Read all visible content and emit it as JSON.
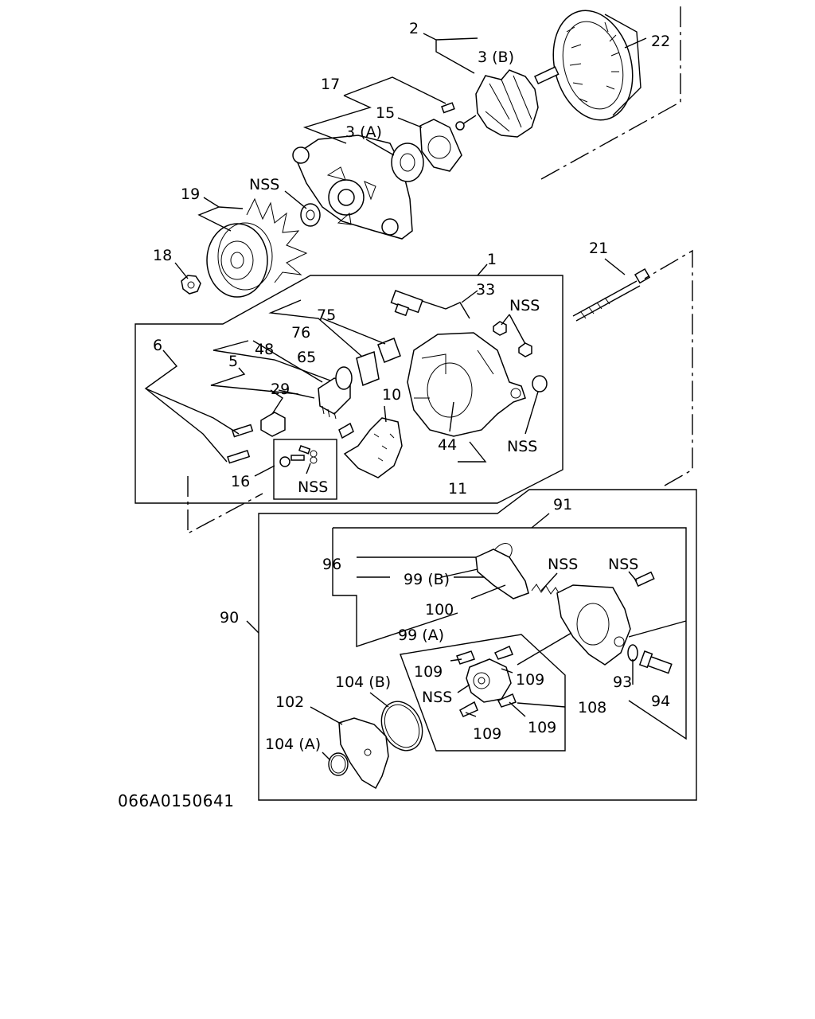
{
  "diagram": {
    "drawing_code": "066A0150641",
    "callouts": {
      "c2": "2",
      "c3b": "3 (B)",
      "c22": "22",
      "c17": "17",
      "c15": "15",
      "c3a": "3 (A)",
      "c19": "19",
      "nss_top": "NSS",
      "c18": "18",
      "c21": "21",
      "c1": "1",
      "c33": "33",
      "nss_nut": "NSS",
      "c75": "75",
      "c76": "76",
      "c6": "6",
      "c48": "48",
      "c65": "65",
      "c5": "5",
      "c29": "29",
      "c10": "10",
      "c44": "44",
      "nss_side": "NSS",
      "c16": "16",
      "nss_box": "NSS",
      "c11": "11",
      "c91": "91",
      "c96": "96",
      "c99b": "99 (B)",
      "nss_mid": "NSS",
      "nss_bolt": "NSS",
      "c100": "100",
      "c90": "90",
      "c99a": "99 (A)",
      "c109a": "109",
      "c109b": "109",
      "nss_brush": "NSS",
      "c109c": "109",
      "c109d": "109",
      "c104b": "104 (B)",
      "c102": "102",
      "c108": "108",
      "c93": "93",
      "c94": "94",
      "c104a": "104 (A)"
    }
  }
}
